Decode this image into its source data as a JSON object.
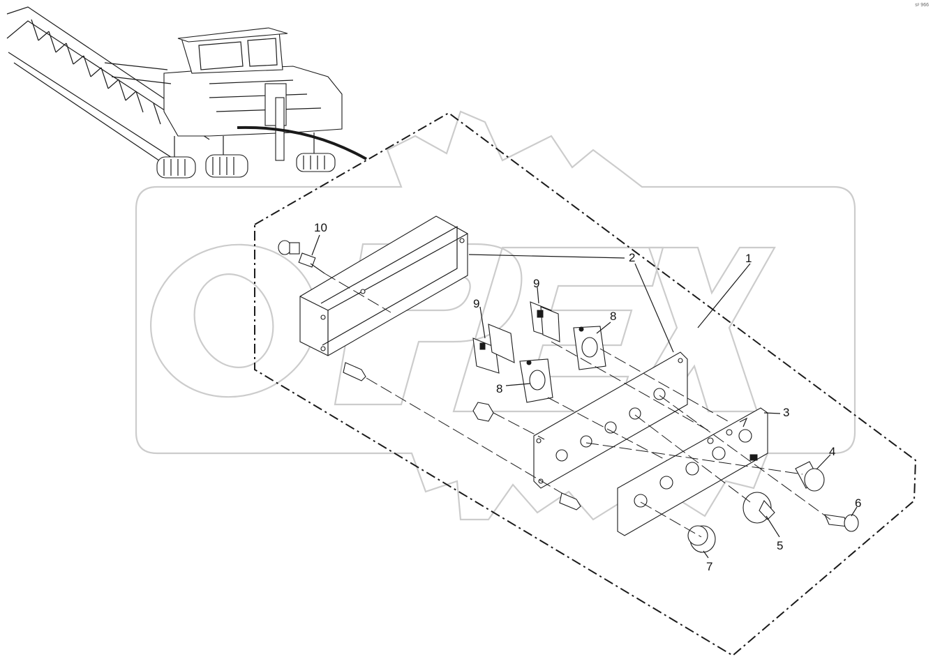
{
  "diagram": {
    "corner_text": "sᵖ 966",
    "callouts": [
      {
        "id": "callout-1",
        "label": "1"
      },
      {
        "id": "callout-2",
        "label": "2"
      },
      {
        "id": "callout-3",
        "label": "3"
      },
      {
        "id": "callout-4",
        "label": "4"
      },
      {
        "id": "callout-5",
        "label": "5"
      },
      {
        "id": "callout-6",
        "label": "6"
      },
      {
        "id": "callout-7",
        "label": "7"
      },
      {
        "id": "callout-8a",
        "label": "8"
      },
      {
        "id": "callout-8b",
        "label": "8"
      },
      {
        "id": "callout-9a",
        "label": "9"
      },
      {
        "id": "callout-9b",
        "label": "9"
      },
      {
        "id": "callout-10",
        "label": "10"
      }
    ]
  },
  "watermark": {
    "text": "OPEX",
    "color": "#cccccc"
  },
  "colors": {
    "line": "#1a1a1a",
    "background": "#ffffff"
  }
}
